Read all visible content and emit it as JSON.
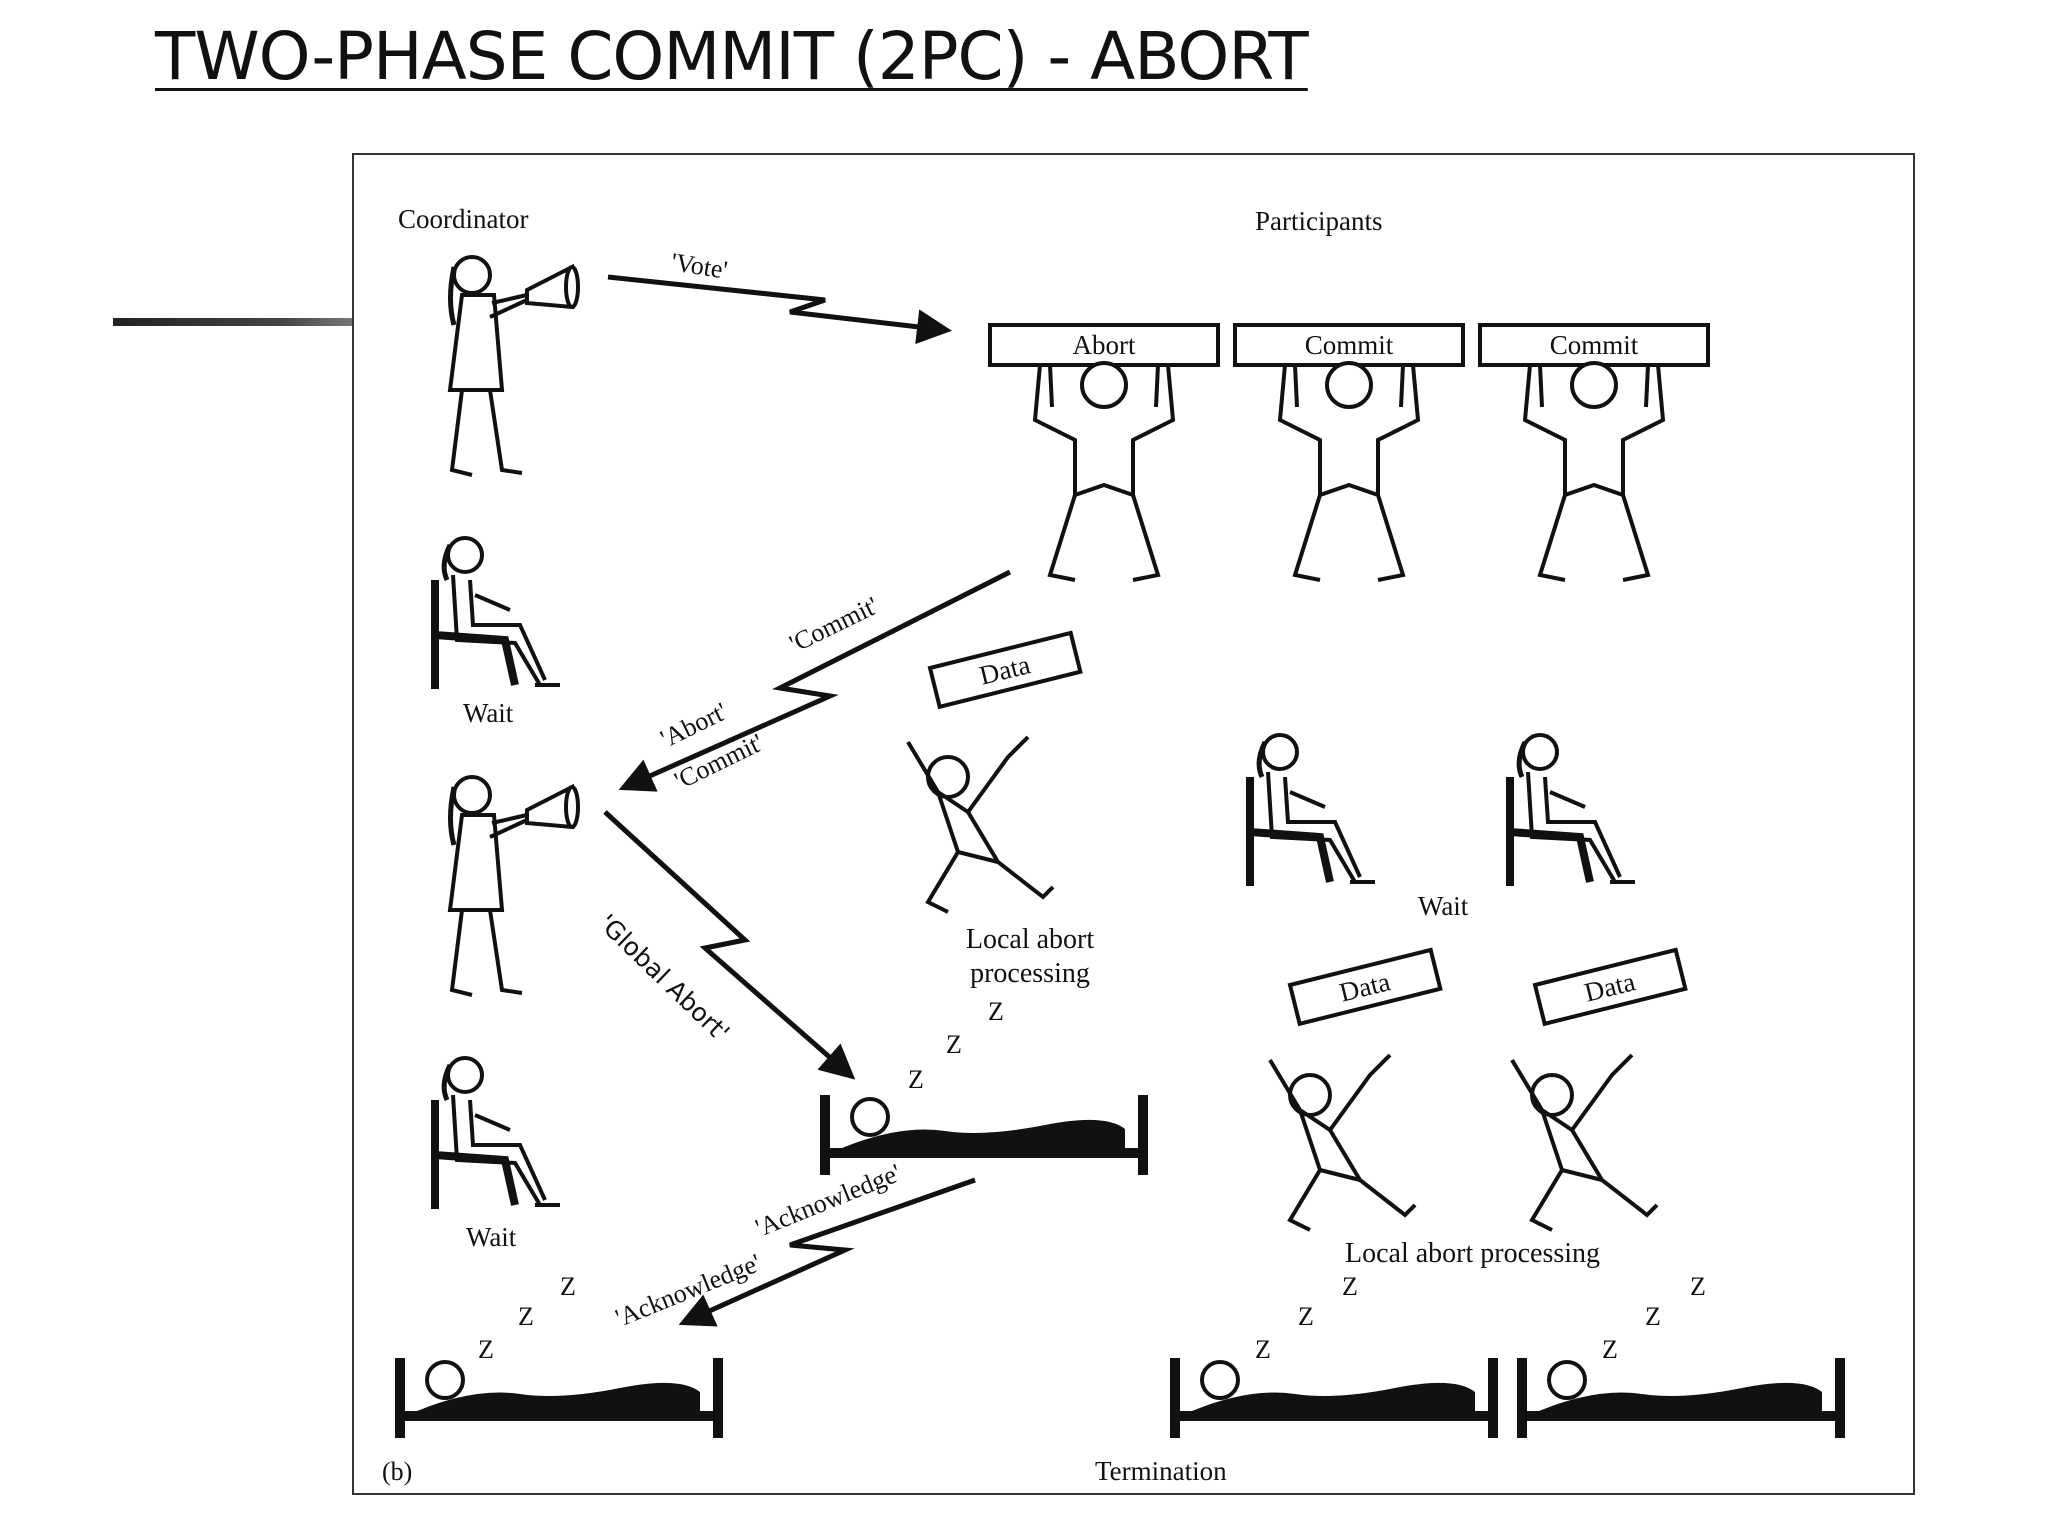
{
  "slide": {
    "title": "TWO-PHASE COMMIT (2PC) - ABORT"
  },
  "figure": {
    "panel_label": "(b)",
    "coordinator_heading": "Coordinator",
    "participants_heading": "Participants",
    "messages": {
      "vote": "'Vote'",
      "commit_reply": "'Commit'",
      "abort_reply": "'Abort'",
      "commit_reply_2": "'Commit'",
      "global_abort": "'Global Abort'",
      "acknowledge_1": "'Acknowledge'",
      "acknowledge_2": "'Acknowledge'"
    },
    "participant_signs": [
      "Abort",
      "Commit",
      "Commit"
    ],
    "data_labels": [
      "Data",
      "Data",
      "Data"
    ],
    "captions": {
      "coordinator_wait_1": "Wait",
      "coordinator_wait_2": "Wait",
      "local_abort_line1": "Local abort",
      "local_abort_line2": "processing",
      "participants_wait": "Wait",
      "local_abort_processing": "Local abort processing",
      "termination": "Termination"
    },
    "sleep_glyph": "Z"
  }
}
